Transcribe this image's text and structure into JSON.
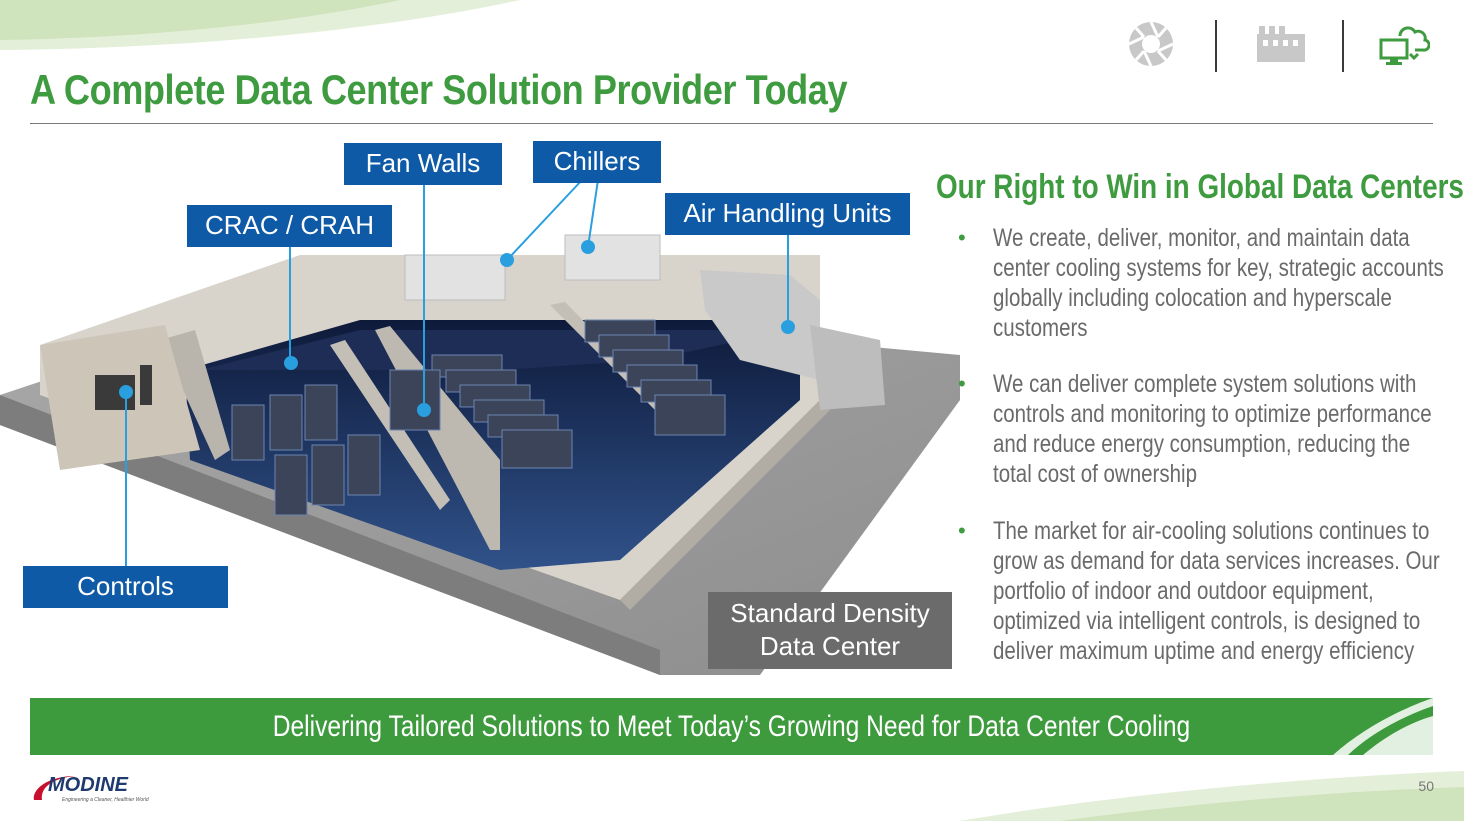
{
  "title": "A Complete Data Center Solution Provider Today",
  "header_icons": [
    "aperture-icon",
    "factory-icon",
    "cloud-monitor-icon"
  ],
  "callouts": {
    "fan_walls": "Fan Walls",
    "chillers": "Chillers",
    "crac_crah": "CRAC / CRAH",
    "air_handling": "Air Handling Units",
    "controls": "Controls"
  },
  "standard_density": {
    "line1": "Standard Density",
    "line2": "Data Center"
  },
  "right_panel": {
    "heading": "Our Right to Win in Global Data Centers",
    "bullets": [
      "We create, deliver, monitor, and maintain data center cooling systems for key, strategic accounts globally including colocation and hyperscale customers",
      "We can deliver complete system solutions with controls and monitoring to optimize performance and reduce energy consumption, reducing the total cost of ownership",
      "The market for air-cooling solutions continues to grow as demand for data services increases. Our portfolio of indoor and outdoor equipment, optimized via intelligent controls, is designed to deliver maximum uptime and energy efficiency"
    ]
  },
  "banner": "Delivering Tailored Solutions to Meet Today’s Growing Need for Data Center Cooling",
  "logo": {
    "name": "MODINE",
    "tagline": "Engineering a Cleaner, Healthier World"
  },
  "page_number": "50",
  "colors": {
    "brand_green": "#3f9b3f",
    "callout_blue": "#0e5aa7",
    "grey_box": "#6b6b6b",
    "logo_red": "#c8102e"
  }
}
